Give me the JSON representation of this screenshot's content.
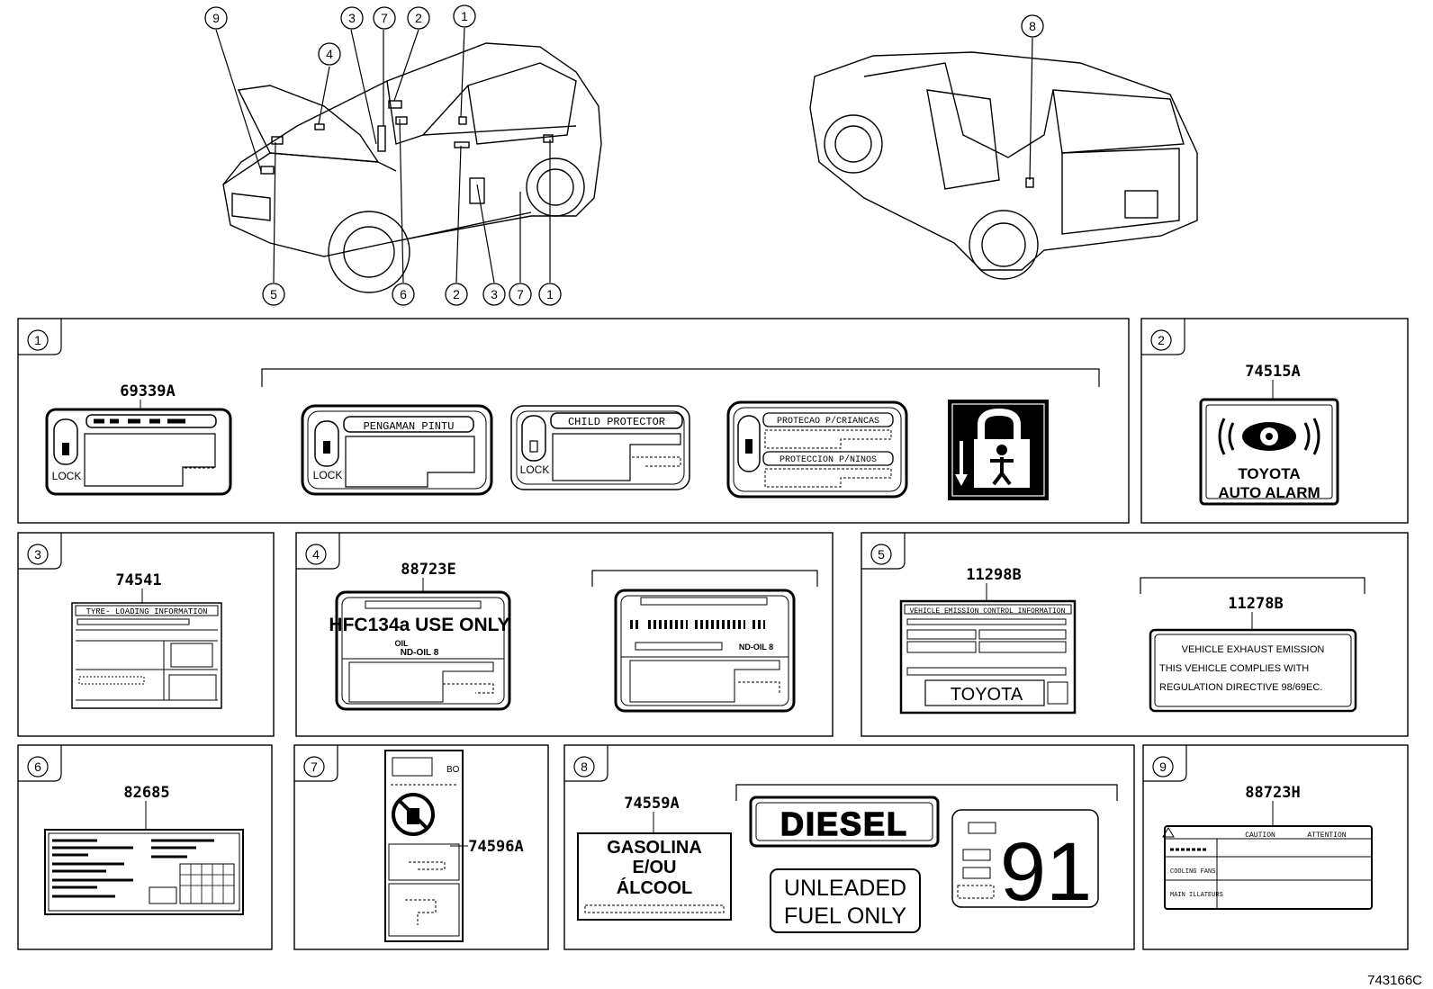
{
  "figure_code": "743166C",
  "callouts_vehicle": [
    "9",
    "3",
    "7",
    "2",
    "1",
    "4",
    "5",
    "6",
    "2",
    "3",
    "7",
    "1",
    "8"
  ],
  "panels": [
    {
      "key": "1",
      "number": "1",
      "parts": [
        "69339A"
      ],
      "labels": {
        "thai_lock": "LOCK",
        "pengaman_title": "PENGAMAN PINTU",
        "pengaman_lock": "LOCK",
        "child_title": "CHILD PROTECTOR",
        "child_lock": "LOCK",
        "protecao": "PROTECAO P/CRIANCAS",
        "proteccion": "PROTECCION P/NINOS"
      }
    },
    {
      "key": "2",
      "number": "2",
      "parts": [
        "74515A"
      ],
      "labels": {
        "line1": "TOYOTA",
        "line2": "AUTO ALARM"
      }
    },
    {
      "key": "3",
      "number": "3",
      "parts": [
        "74541"
      ],
      "labels": {
        "title": "TYRE- LOADING INFORMATION"
      }
    },
    {
      "key": "4",
      "number": "4",
      "parts": [
        "88723E"
      ],
      "labels": {
        "hfc": "HFC134a USE ONLY",
        "oil1": "OIL",
        "oil2": "ND-OIL 8",
        "thai_oil": "ND-OIL 8"
      }
    },
    {
      "key": "5",
      "number": "5",
      "parts": [
        "11298B",
        "11278B"
      ],
      "labels": {
        "vec_title": "VEHICLE EMISSION CONTROL INFORMATION",
        "brand": "TOYOTA",
        "exh1": "VEHICLE EXHAUST EMISSION",
        "exh2": "THIS VEHICLE COMPLIES WITH",
        "exh3": "REGULATION DIRECTIVE 98/69EC."
      }
    },
    {
      "key": "6",
      "number": "6",
      "parts": [
        "82685"
      ],
      "labels": {}
    },
    {
      "key": "7",
      "number": "7",
      "parts": [
        "74596A"
      ],
      "labels": {
        "bo": "BO"
      }
    },
    {
      "key": "8",
      "number": "8",
      "parts": [
        "74559A"
      ],
      "labels": {
        "gas1": "GASOLINA",
        "gas2": "E/OU",
        "gas3": "ÁLCOOL",
        "diesel": "DIESEL",
        "unl1": "UNLEADED",
        "unl2": "FUEL ONLY",
        "octane": "91"
      }
    },
    {
      "key": "9",
      "number": "9",
      "parts": [
        "88723H"
      ],
      "labels": {
        "caution": "CAUTION",
        "attention": "ATTENTION",
        "row1": "COOLING FANS",
        "row2": "MAIN ILLATEURS"
      }
    }
  ]
}
